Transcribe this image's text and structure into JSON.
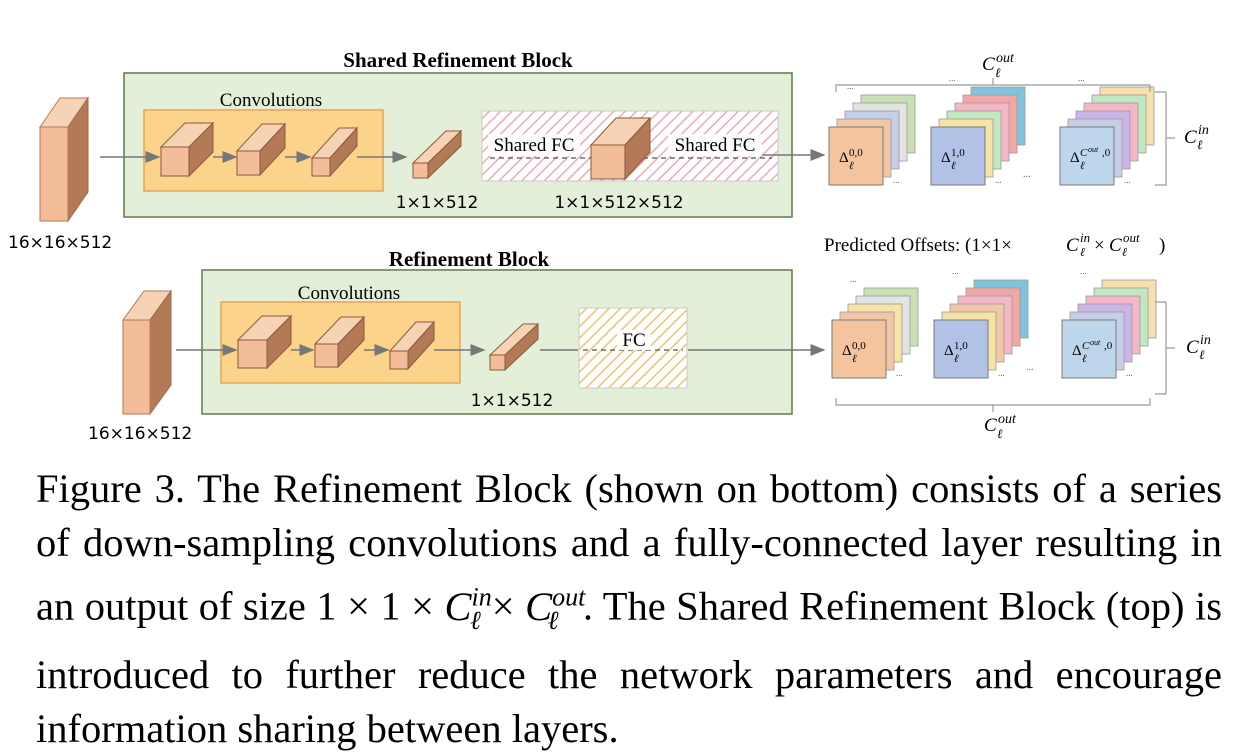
{
  "figure": {
    "top": {
      "title": "Shared Refinement Block",
      "conv_label": "Convolutions",
      "input_size": "16×16×512",
      "after_conv_size": "1×1×512",
      "fc_label_left": "Shared FC",
      "fc_label_right": "Shared FC",
      "fc_size": "1×1×512×512",
      "offsets_label": "Predicted Offsets: (1×1×",
      "offsets_cin": "C",
      "offsets_times": "×",
      "offsets_cout": "C",
      "offsets_close": ")"
    },
    "bottom": {
      "title": "Refinement Block",
      "conv_label": "Convolutions",
      "input_size": "16×16×512",
      "after_conv_size": "1×1×512",
      "fc_label": "FC"
    },
    "labels": {
      "c_out_letter": "C",
      "c_out_sup": "out",
      "c_out_sub": "ℓ",
      "c_in_letter": "C",
      "c_in_sup": "in",
      "c_in_sub": "ℓ",
      "delta": "Δ",
      "delta_sub": "ℓ",
      "delta_00": "0,0",
      "delta_10": "1,0",
      "delta_last_sup": "out",
      "delta_last_suffix": ",0",
      "ellipsis": "...",
      "dots_small": "..."
    },
    "colors": {
      "block_bg": "#e3efd9",
      "block_border": "#5f7a4a",
      "conv_bg": "#fbd38b",
      "conv_border": "#e3a653",
      "cube_front": "#f2bd98",
      "cube_top": "#f7d3b5",
      "cube_side": "#b47a58",
      "hatch_top": "#f0a9b8",
      "hatch_bottom": "#f5c071",
      "slice_colors": [
        "#f4c49e",
        "#b1c2e6",
        "#bed6eb"
      ]
    }
  },
  "caption": {
    "part1": "Figure 3. The Refinement Block (shown on bottom) consists of a series of down-sampling convolutions and a fully-connected layer resulting in an output of size 1 × 1 × ",
    "part2": " × ",
    "part3": ". The Shared Refinement Block (top) is introduced to further reduce the network parameters and encourage information sharing between layers.",
    "c_letter": "C",
    "sub": "ℓ",
    "sup_in": "in",
    "sup_out": "out"
  }
}
